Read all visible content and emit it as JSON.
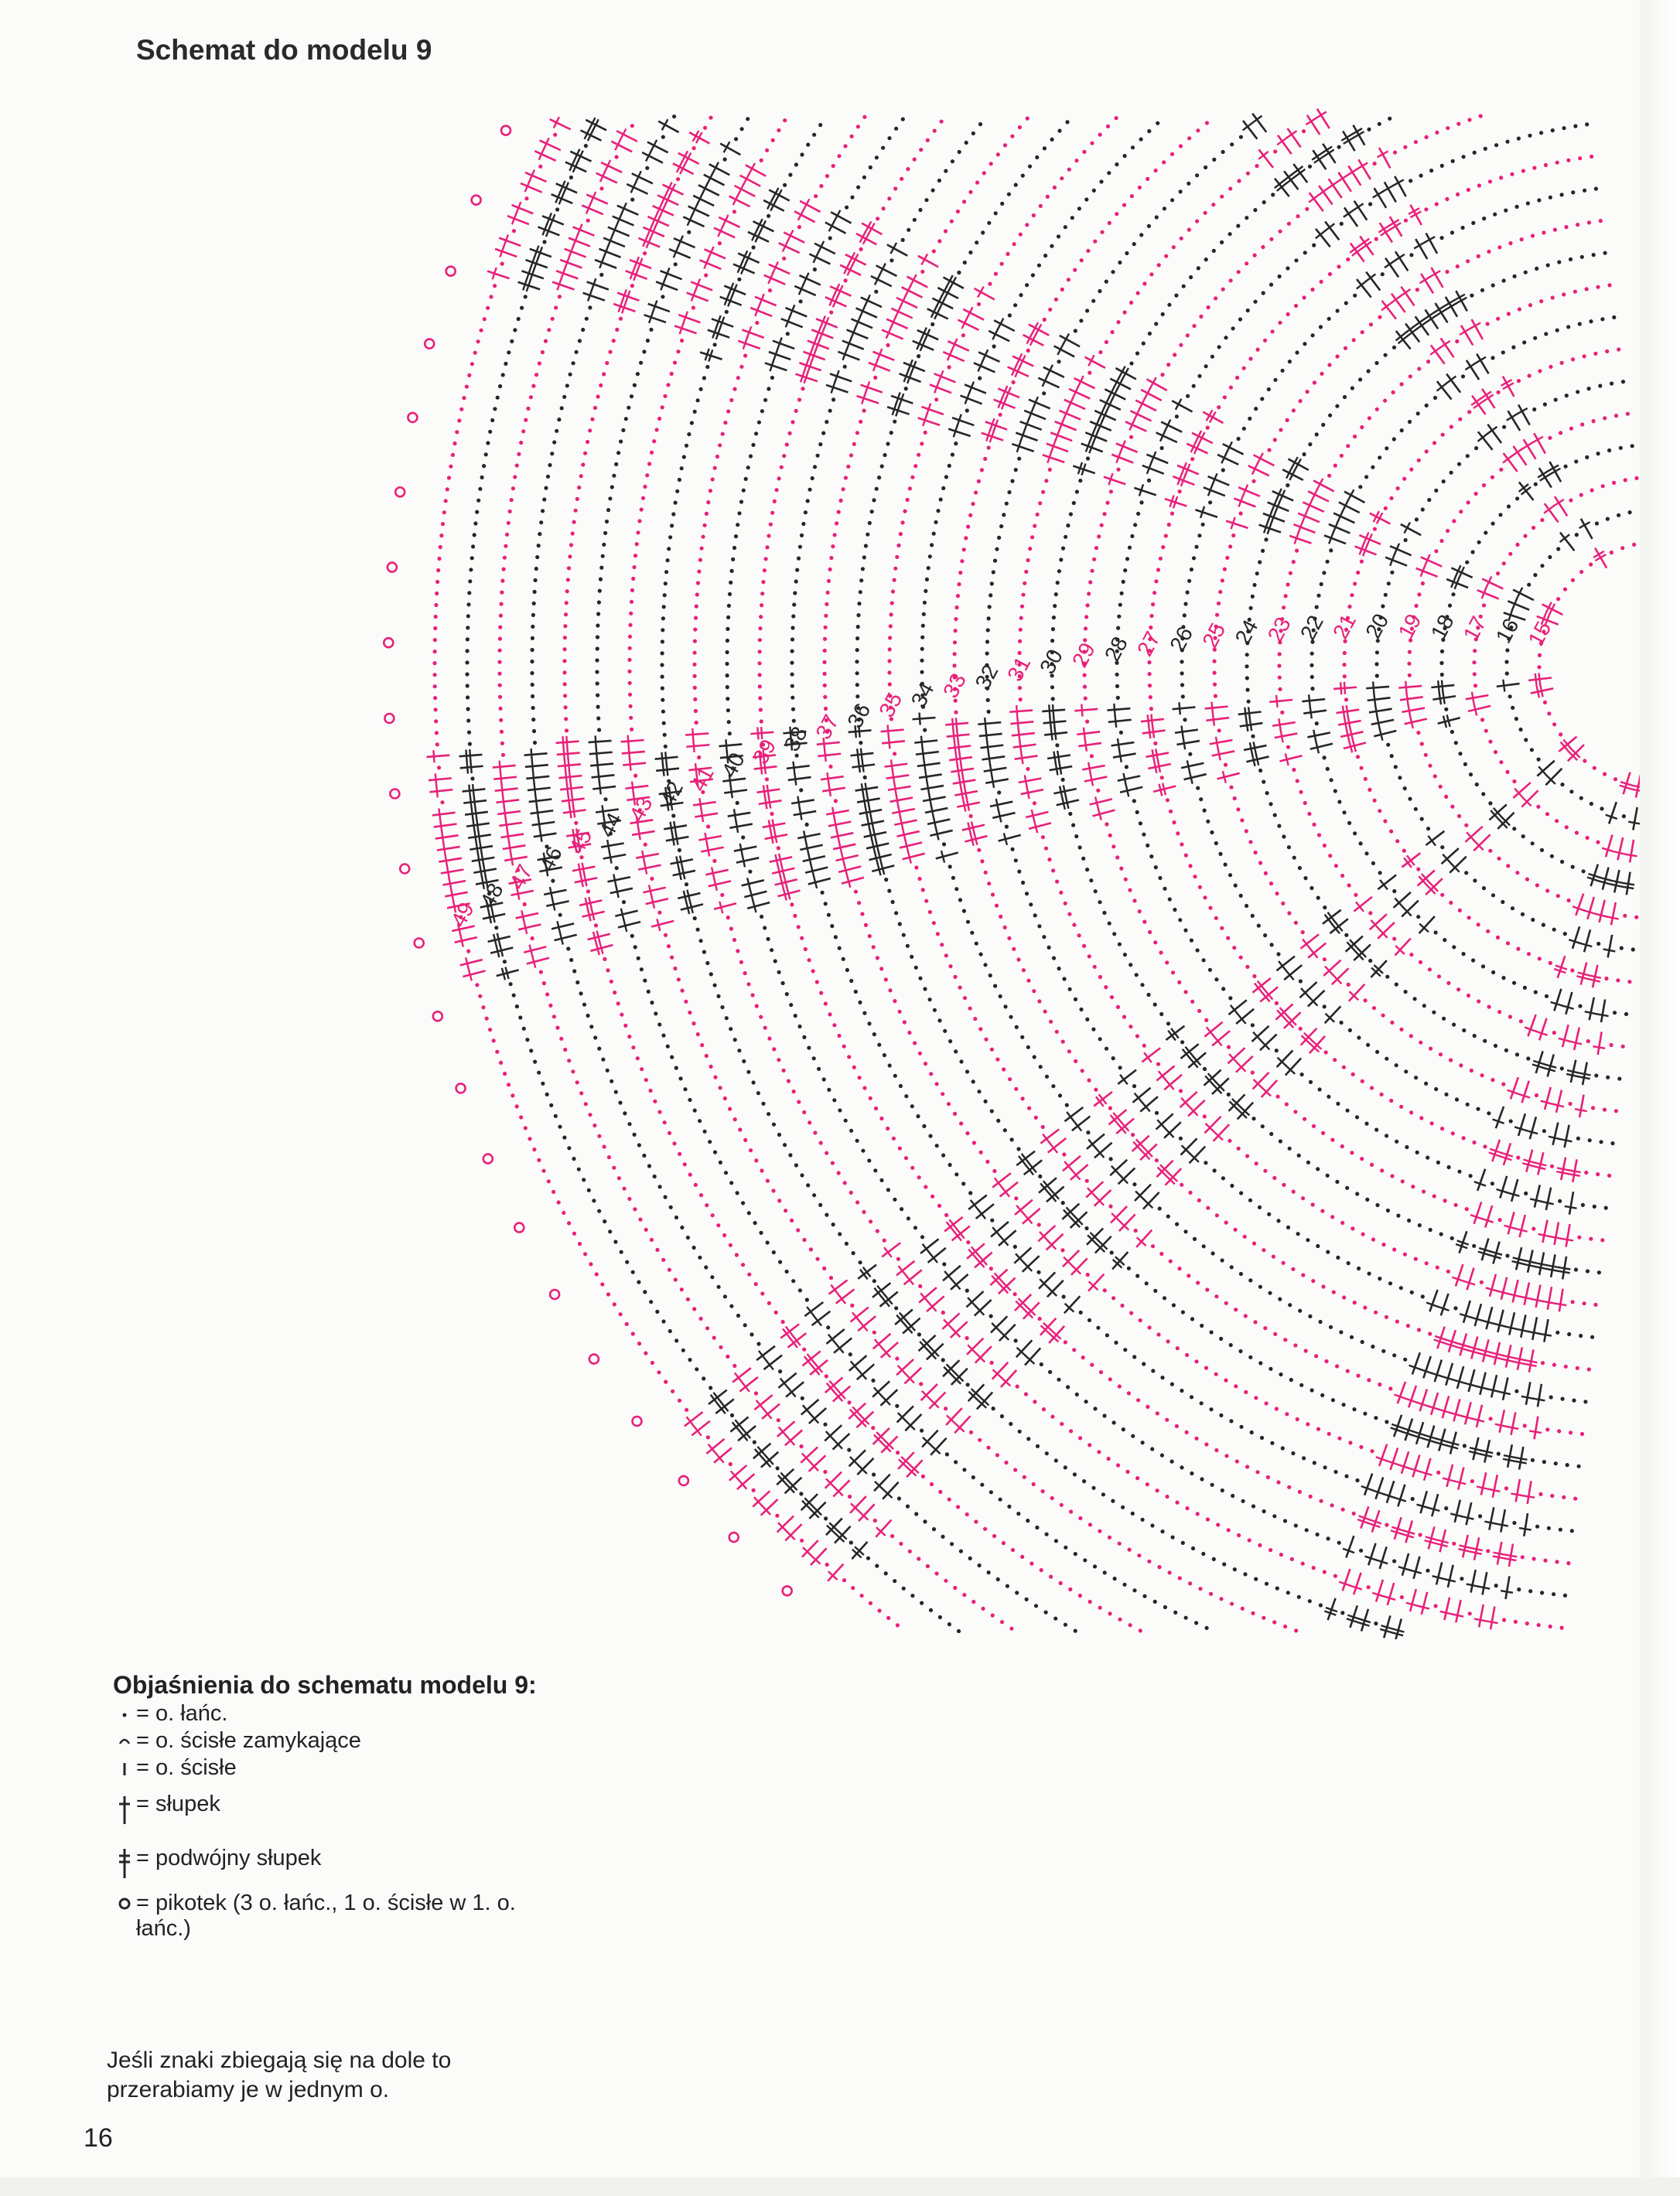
{
  "page": {
    "title": "Schemat do modelu 9",
    "page_number": "16"
  },
  "colors": {
    "pink": "#e8207a",
    "dark": "#262626",
    "background": "#fbfbf9"
  },
  "chart_data": {
    "type": "radial-stitch-chart",
    "rounds": [
      {
        "label": "15",
        "color": "pink"
      },
      {
        "label": "16",
        "color": "dark"
      },
      {
        "label": "17",
        "color": "pink"
      },
      {
        "label": "18",
        "color": "dark"
      },
      {
        "label": "19",
        "color": "pink"
      },
      {
        "label": "20",
        "color": "dark"
      },
      {
        "label": "21",
        "color": "pink"
      },
      {
        "label": "22",
        "color": "dark"
      },
      {
        "label": "23",
        "color": "pink"
      },
      {
        "label": "24",
        "color": "dark"
      },
      {
        "label": "25",
        "color": "pink"
      },
      {
        "label": "26",
        "color": "dark"
      },
      {
        "label": "27",
        "color": "pink"
      },
      {
        "label": "28",
        "color": "dark"
      },
      {
        "label": "29",
        "color": "pink"
      },
      {
        "label": "30",
        "color": "dark"
      },
      {
        "label": "31",
        "color": "pink"
      },
      {
        "label": "32",
        "color": "dark"
      },
      {
        "label": "33",
        "color": "pink"
      },
      {
        "label": "34",
        "color": "dark"
      },
      {
        "label": "35",
        "color": "pink"
      },
      {
        "label": "36",
        "color": "dark"
      },
      {
        "label": "37",
        "color": "pink"
      },
      {
        "label": "38",
        "color": "dark"
      },
      {
        "label": "39",
        "color": "pink"
      },
      {
        "label": "40",
        "color": "dark"
      },
      {
        "label": "41",
        "color": "pink"
      },
      {
        "label": "42",
        "color": "dark"
      },
      {
        "label": "43",
        "color": "pink"
      },
      {
        "label": "44",
        "color": "dark"
      },
      {
        "label": "45",
        "color": "pink"
      },
      {
        "label": "46",
        "color": "dark"
      },
      {
        "label": "47",
        "color": "pink"
      },
      {
        "label": "48",
        "color": "dark"
      },
      {
        "label": "49",
        "color": "pink"
      }
    ]
  },
  "legend": {
    "title": "Objaśnienia do schematu modelu 9:",
    "items": [
      {
        "symbol": "chain-dot-icon",
        "text": "= o. łańc."
      },
      {
        "symbol": "closing-arc-icon",
        "text": "= o. ścisłe zamykające"
      },
      {
        "symbol": "slip-bar-icon",
        "text": "= o. ścisłe"
      },
      {
        "symbol": "double-crochet-icon",
        "text": "= słupek"
      },
      {
        "symbol": "treble-crochet-icon",
        "text": "= podwójny słupek"
      },
      {
        "symbol": "picot-icon",
        "text": "= pikotek (3 o. łańc., 1 o. ścisłe w 1. o. łańc.)"
      }
    ]
  },
  "note": "Jeśli znaki zbiegają się na dole to przerabiamy je w jednym o."
}
